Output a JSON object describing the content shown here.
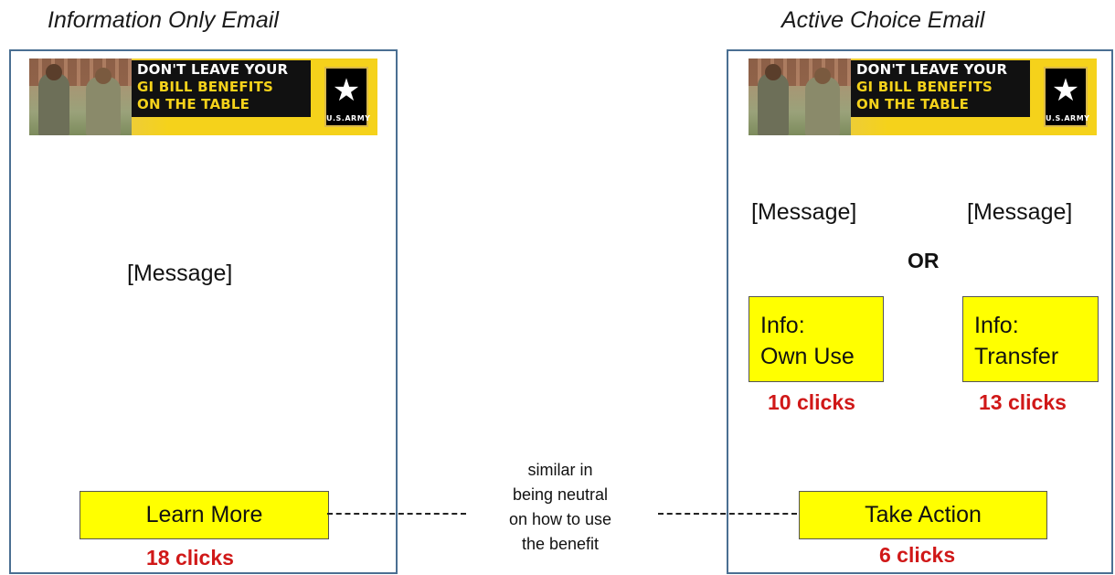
{
  "left": {
    "heading": "Information Only Email",
    "message": "[Message]",
    "button_label": "Learn More",
    "clicks": "18 clicks"
  },
  "right": {
    "heading": "Active Choice Email",
    "message_1": "[Message]",
    "message_2": "[Message]",
    "or_label": "OR",
    "option_1": {
      "line1": "Info:",
      "line2": "Own Use",
      "clicks": "10 clicks"
    },
    "option_2": {
      "line1": "Info:",
      "line2": "Transfer",
      "clicks": "13 clicks"
    },
    "button_label": "Take Action",
    "clicks": "6 clicks"
  },
  "banner": {
    "line1": "DON'T LEAVE YOUR",
    "line2": "GI BILL BENEFITS",
    "line3": "ON THE TABLE",
    "logo_text": "U.S.ARMY",
    "logo_icon": "star-icon"
  },
  "note": [
    "similar in",
    "being neutral",
    "on how to use",
    "the benefit"
  ],
  "colors": {
    "button_fill": "#ffff00",
    "clicks_text": "#d01818",
    "panel_border": "#4a6f92",
    "banner_yellow": "#f5d21b"
  }
}
